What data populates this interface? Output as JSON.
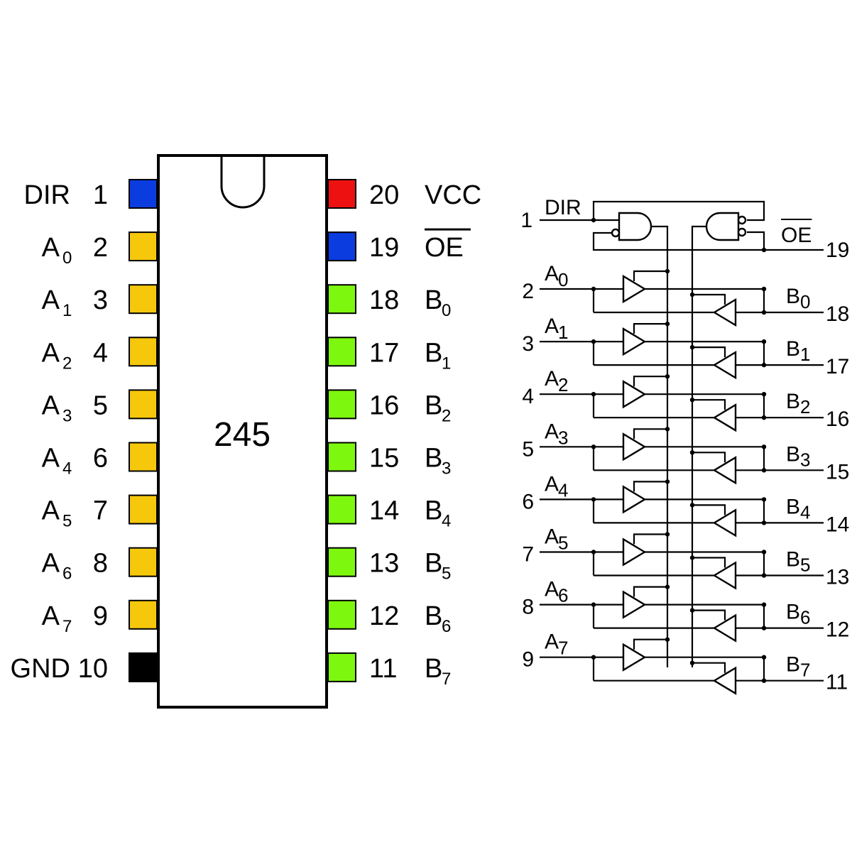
{
  "chip": {
    "number": "245",
    "left_pins": [
      {
        "num": "1",
        "label": "DIR",
        "sub": "",
        "color": "#0a3ce0"
      },
      {
        "num": "2",
        "label": "A",
        "sub": "0",
        "color": "#f6c80c"
      },
      {
        "num": "3",
        "label": "A",
        "sub": "1",
        "color": "#f6c80c"
      },
      {
        "num": "4",
        "label": "A",
        "sub": "2",
        "color": "#f6c80c"
      },
      {
        "num": "5",
        "label": "A",
        "sub": "3",
        "color": "#f6c80c"
      },
      {
        "num": "6",
        "label": "A",
        "sub": "4",
        "color": "#f6c80c"
      },
      {
        "num": "7",
        "label": "A",
        "sub": "5",
        "color": "#f6c80c"
      },
      {
        "num": "8",
        "label": "A",
        "sub": "6",
        "color": "#f6c80c"
      },
      {
        "num": "9",
        "label": "A",
        "sub": "7",
        "color": "#f6c80c"
      },
      {
        "num": "10",
        "label": "GND",
        "sub": "",
        "color": "#000000"
      }
    ],
    "right_pins": [
      {
        "num": "20",
        "label": "VCC",
        "sub": "",
        "color": "#ee1111",
        "overline": false
      },
      {
        "num": "19",
        "label": "OE",
        "sub": "",
        "color": "#0a3ce0",
        "overline": true
      },
      {
        "num": "18",
        "label": "B",
        "sub": "0",
        "color": "#7ef70e",
        "overline": false
      },
      {
        "num": "17",
        "label": "B",
        "sub": "1",
        "color": "#7ef70e",
        "overline": false
      },
      {
        "num": "16",
        "label": "B",
        "sub": "2",
        "color": "#7ef70e",
        "overline": false
      },
      {
        "num": "15",
        "label": "B",
        "sub": "3",
        "color": "#7ef70e",
        "overline": false
      },
      {
        "num": "14",
        "label": "B",
        "sub": "4",
        "color": "#7ef70e",
        "overline": false
      },
      {
        "num": "13",
        "label": "B",
        "sub": "5",
        "color": "#7ef70e",
        "overline": false
      },
      {
        "num": "12",
        "label": "B",
        "sub": "6",
        "color": "#7ef70e",
        "overline": false
      },
      {
        "num": "11",
        "label": "B",
        "sub": "7",
        "color": "#7ef70e",
        "overline": false
      }
    ]
  },
  "schematic": {
    "dir": {
      "num": "1",
      "label": "DIR"
    },
    "oe": {
      "num": "19",
      "label": "OE"
    },
    "channels": [
      {
        "a_num": "2",
        "a_label": "A",
        "a_sub": "0",
        "b_num": "18",
        "b_label": "B",
        "b_sub": "0"
      },
      {
        "a_num": "3",
        "a_label": "A",
        "a_sub": "1",
        "b_num": "17",
        "b_label": "B",
        "b_sub": "1"
      },
      {
        "a_num": "4",
        "a_label": "A",
        "a_sub": "2",
        "b_num": "16",
        "b_label": "B",
        "b_sub": "2"
      },
      {
        "a_num": "5",
        "a_label": "A",
        "a_sub": "3",
        "b_num": "15",
        "b_label": "B",
        "b_sub": "3"
      },
      {
        "a_num": "6",
        "a_label": "A",
        "a_sub": "4",
        "b_num": "14",
        "b_label": "B",
        "b_sub": "4"
      },
      {
        "a_num": "7",
        "a_label": "A",
        "a_sub": "5",
        "b_num": "13",
        "b_label": "B",
        "b_sub": "5"
      },
      {
        "a_num": "8",
        "a_label": "A",
        "a_sub": "6",
        "b_num": "12",
        "b_label": "B",
        "b_sub": "6"
      },
      {
        "a_num": "9",
        "a_label": "A",
        "a_sub": "7",
        "b_num": "11",
        "b_label": "B",
        "b_sub": "7"
      }
    ]
  }
}
